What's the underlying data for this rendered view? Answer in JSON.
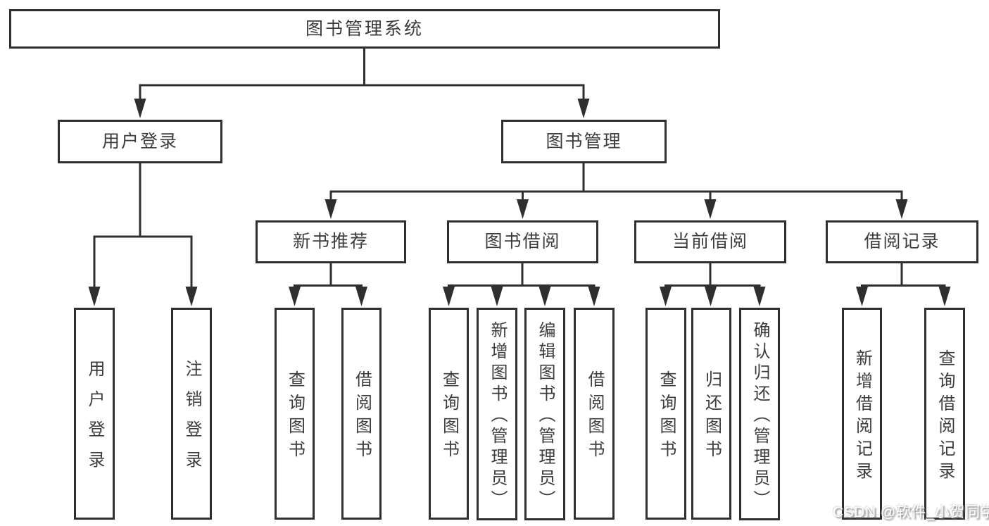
{
  "diagram": {
    "root": {
      "label": "图书管理系统"
    },
    "branches": [
      {
        "label": "用户登录",
        "children": [
          {
            "label": "用户登录"
          },
          {
            "label": "注销登录"
          }
        ]
      },
      {
        "label": "图书管理",
        "children": [
          {
            "label": "新书推荐",
            "children": [
              {
                "label": "查询图书"
              },
              {
                "label": "借阅图书"
              }
            ]
          },
          {
            "label": "图书借阅",
            "children": [
              {
                "label": "查询图书"
              },
              {
                "label": "新增图书（管理员）"
              },
              {
                "label": "编辑图书（管理员）"
              },
              {
                "label": "借阅图书"
              }
            ]
          },
          {
            "label": "当前借阅",
            "children": [
              {
                "label": "查询图书"
              },
              {
                "label": "归还图书"
              },
              {
                "label": "确认归还（管理员）"
              }
            ]
          },
          {
            "label": "借阅记录",
            "children": [
              {
                "label": "新增借阅记录"
              },
              {
                "label": "查询借阅记录"
              }
            ]
          }
        ]
      }
    ]
  },
  "watermark": "CSDN @软件_小贺同学",
  "colors": {
    "line": "#2f2f2f",
    "text": "#3c3c3c",
    "background": "#ffffff"
  }
}
